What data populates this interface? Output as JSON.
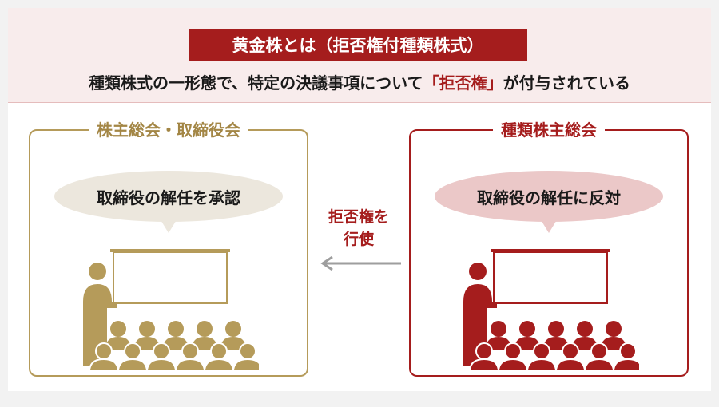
{
  "title": "黄金株とは（拒否権付種類株式）",
  "subtitle": {
    "before": "種類株式の一形態で、特定の決議事項について",
    "highlight": "「拒否権」",
    "after": "が付与されている"
  },
  "left_panel": {
    "title": "株主総会・取締役会",
    "bubble": "取締役の解任を承認",
    "color": "#b59b5a",
    "fill": "#ece7dd"
  },
  "right_panel": {
    "title": "種類株主総会",
    "bubble": "取締役の解任に反対",
    "color": "#a51d1d",
    "fill": "#ebc8c8"
  },
  "arrow": {
    "label_line1": "拒否権を",
    "label_line2": "行使",
    "direction": "left",
    "color": "#9e9e9e"
  },
  "colors": {
    "accent": "#a51d1d",
    "gold": "#b59b5a",
    "header_bg": "#f8ecec"
  }
}
